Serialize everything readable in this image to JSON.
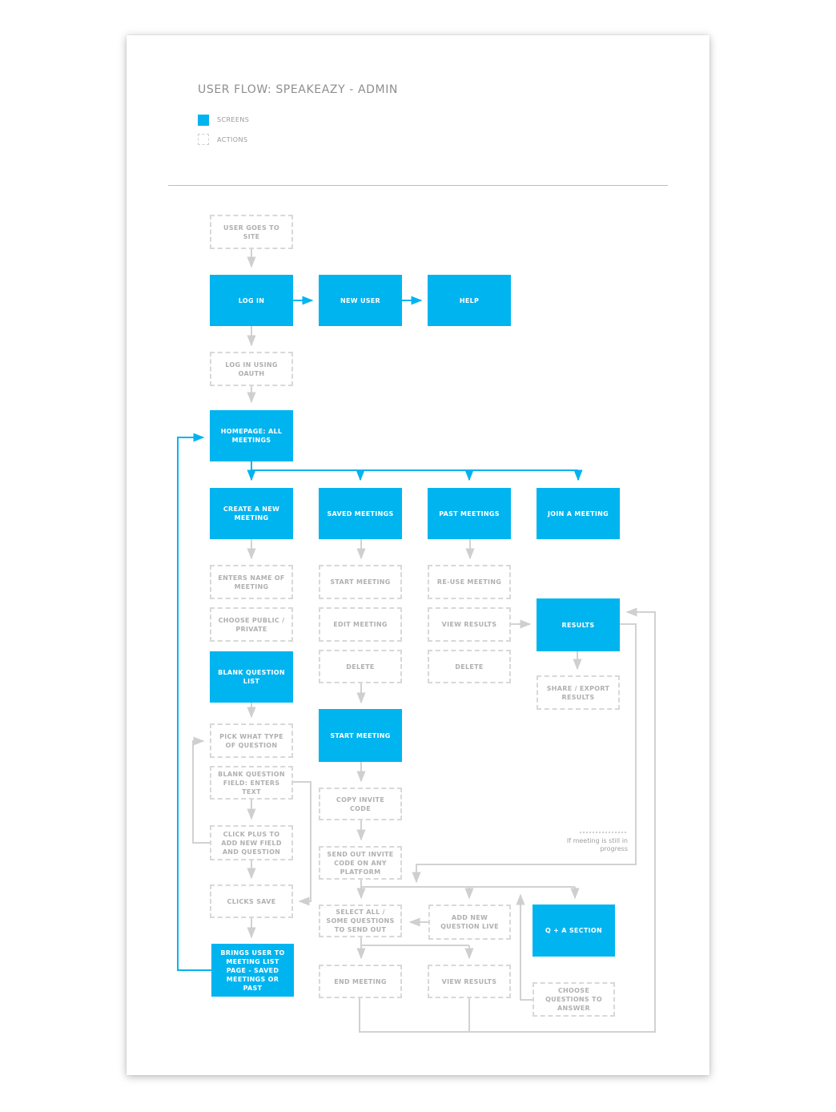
{
  "title": "USER FLOW: SPEAKEAZY - ADMIN",
  "legend": {
    "screens": "SCREENS",
    "actions": "ACTIONS"
  },
  "colors": {
    "screen": "#00b4f0",
    "action_border": "#d8d8d8",
    "connector": "#d2d2d2"
  },
  "nodes": {
    "user_goes": "USER GOES TO SITE",
    "log_in": "LOG IN",
    "new_user": "NEW USER",
    "help": "HELP",
    "log_in_oauth": "LOG IN USING OAUTH",
    "homepage": "HOMEPAGE: ALL MEETINGS",
    "create_meeting": "CREATE A NEW MEETING",
    "saved_meetings": "SAVED MEETINGS",
    "past_meetings": "PAST MEETINGS",
    "join_meeting": "JOIN A MEETING",
    "enters_name": "ENTERS NAME OF MEETING",
    "choose_public": "CHOOSE PUBLIC / PRIVATE",
    "blank_question_list": "BLANK QUESTION LIST",
    "pick_type": "PICK WHAT TYPE OF QUESTION",
    "blank_field": "BLANK QUESTION FIELD: ENTERS TEXT",
    "click_plus": "CLICK PLUS TO ADD NEW FIELD AND QUESTION",
    "clicks_save": "CLICKS SAVE",
    "brings_user": "BRINGS USER TO MEETING LIST PAGE - SAVED MEETINGS OR PAST",
    "start_meeting_action": "START MEETING",
    "edit_meeting": "EDIT MEETING",
    "delete_saved": "DELETE",
    "start_meeting_screen": "START MEETING",
    "copy_invite": "COPY INVITE CODE",
    "send_invite": "SEND OUT INVITE CODE ON ANY PLATFORM",
    "select_all": "SELECT ALL / SOME QUESTIONS TO SEND OUT",
    "add_new_question": "ADD NEW QUESTION LIVE",
    "end_meeting": "END MEETING",
    "view_results_bottom": "VIEW RESULTS",
    "reuse_meeting": "RE-USE MEETING",
    "view_results_past": "VIEW RESULTS",
    "delete_past": "DELETE",
    "results": "RESULTS",
    "share_export": "SHARE / EXPORT RESULTS",
    "qa_section": "Q + A SECTION",
    "choose_questions": "CHOOSE QUESTIONS TO ANSWER"
  },
  "note": {
    "line1": "If meeting is still in",
    "line2": "progress"
  }
}
